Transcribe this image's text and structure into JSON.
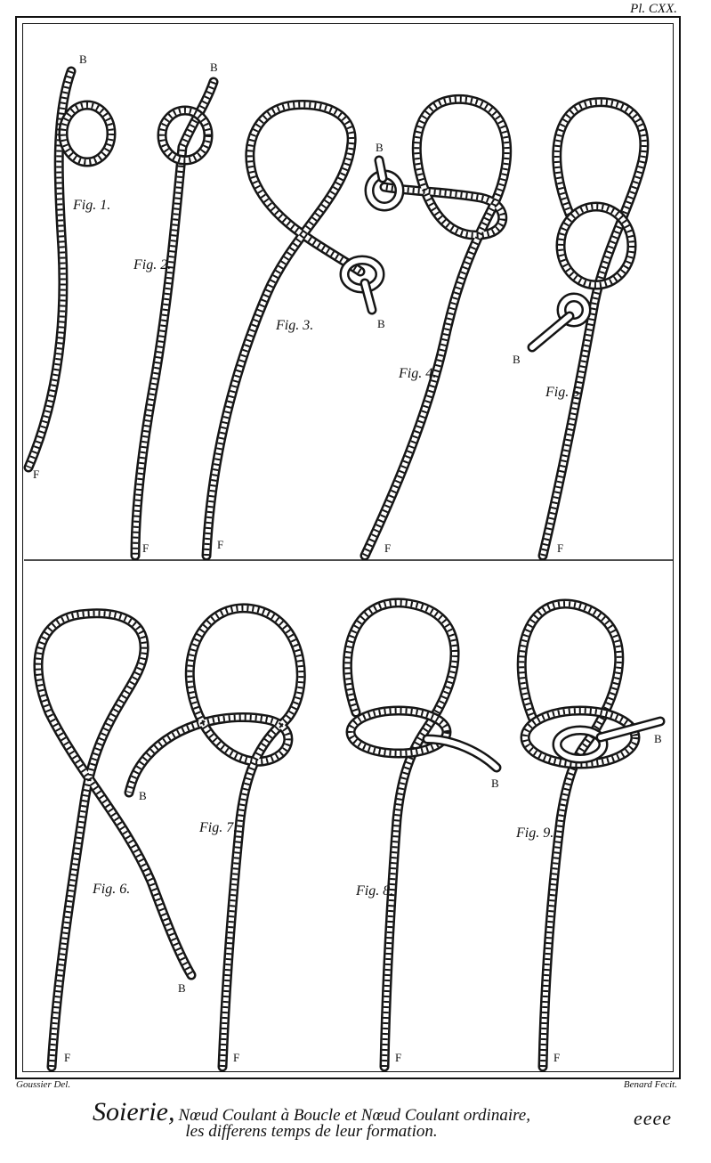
{
  "plate": "Pl. CXX.",
  "credits": {
    "left": "Goussier Del.",
    "right": "Benard Fecit."
  },
  "caption": {
    "title": "Soierie,",
    "line1": "Nœud Coulant à Boucle et Nœud Coulant ordinaire,",
    "line2": "les differens temps de leur formation."
  },
  "signature": "eeee",
  "figures": [
    {
      "label": "Fig. 1.",
      "ends": [
        "B",
        "F"
      ]
    },
    {
      "label": "Fig. 2.",
      "ends": [
        "B",
        "F"
      ]
    },
    {
      "label": "Fig. 3.",
      "ends": [
        "B",
        "F"
      ]
    },
    {
      "label": "Fig. 4.",
      "ends": [
        "B",
        "F"
      ]
    },
    {
      "label": "Fig. 5.",
      "ends": [
        "B",
        "F"
      ]
    },
    {
      "label": "Fig. 6.",
      "ends": [
        "B",
        "F"
      ]
    },
    {
      "label": "Fig. 7.",
      "ends": [
        "B",
        "F"
      ]
    },
    {
      "label": "Fig. 8.",
      "ends": [
        "B",
        "F"
      ]
    },
    {
      "label": "Fig. 9.",
      "ends": [
        "B",
        "F"
      ]
    }
  ],
  "colors": {
    "ink": "#151515",
    "paper": "#ffffff"
  }
}
